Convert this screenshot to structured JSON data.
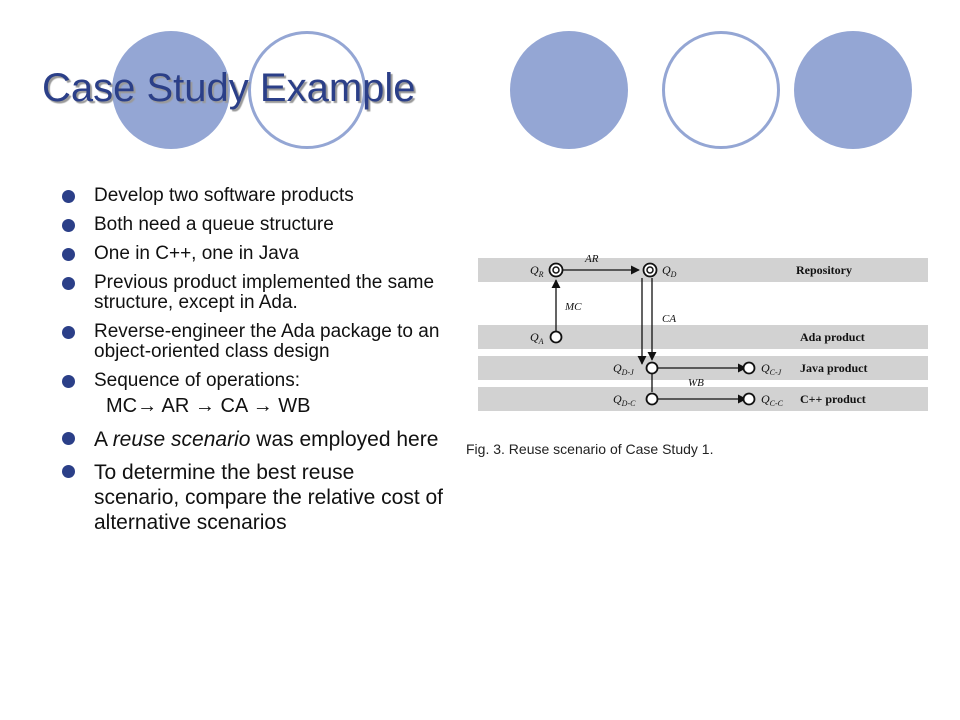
{
  "slide": {
    "title": "Case Study Example",
    "bullets": [
      "Develop two software products",
      "Both need a queue structure",
      "One in C++, one in Java",
      "Previous product implemented the same structure, except in Ada.",
      "Reverse-engineer the Ada package to an object-oriented class design",
      "Sequence of operations:"
    ],
    "sequence": "MC→ AR → CA → WB",
    "bullet_reuse": {
      "before": "A ",
      "em": "reuse scenario",
      "after": " was employed here"
    },
    "bullet_last": "To determine the best reuse scenario, compare the relative cost of alternative scenarios"
  },
  "figure": {
    "caption": "Fig. 3. Reuse scenario of Case Study 1.",
    "lanes": {
      "repository": "Repository",
      "ada": "Ada product",
      "java": "Java product",
      "cpp": "C++ product"
    },
    "nodes": {
      "qr": "Q",
      "qr_sub": "R",
      "qd": "Q",
      "qd_sub": "D",
      "qa": "Q",
      "qa_sub": "A",
      "qdj": "Q",
      "qdj_sub": "D-J",
      "qcj": "Q",
      "qcj_sub": "C-J",
      "qdc": "Q",
      "qdc_sub": "D-C",
      "qcc": "Q",
      "qcc_sub": "C-C"
    },
    "edges": {
      "ar": "AR",
      "mc": "MC",
      "ca": "CA",
      "wb": "WB"
    }
  },
  "colors": {
    "accent": "#94a6d4",
    "title": "#2b3f88",
    "bullet": "#2b3f88",
    "lane": "#d2d2d2"
  }
}
